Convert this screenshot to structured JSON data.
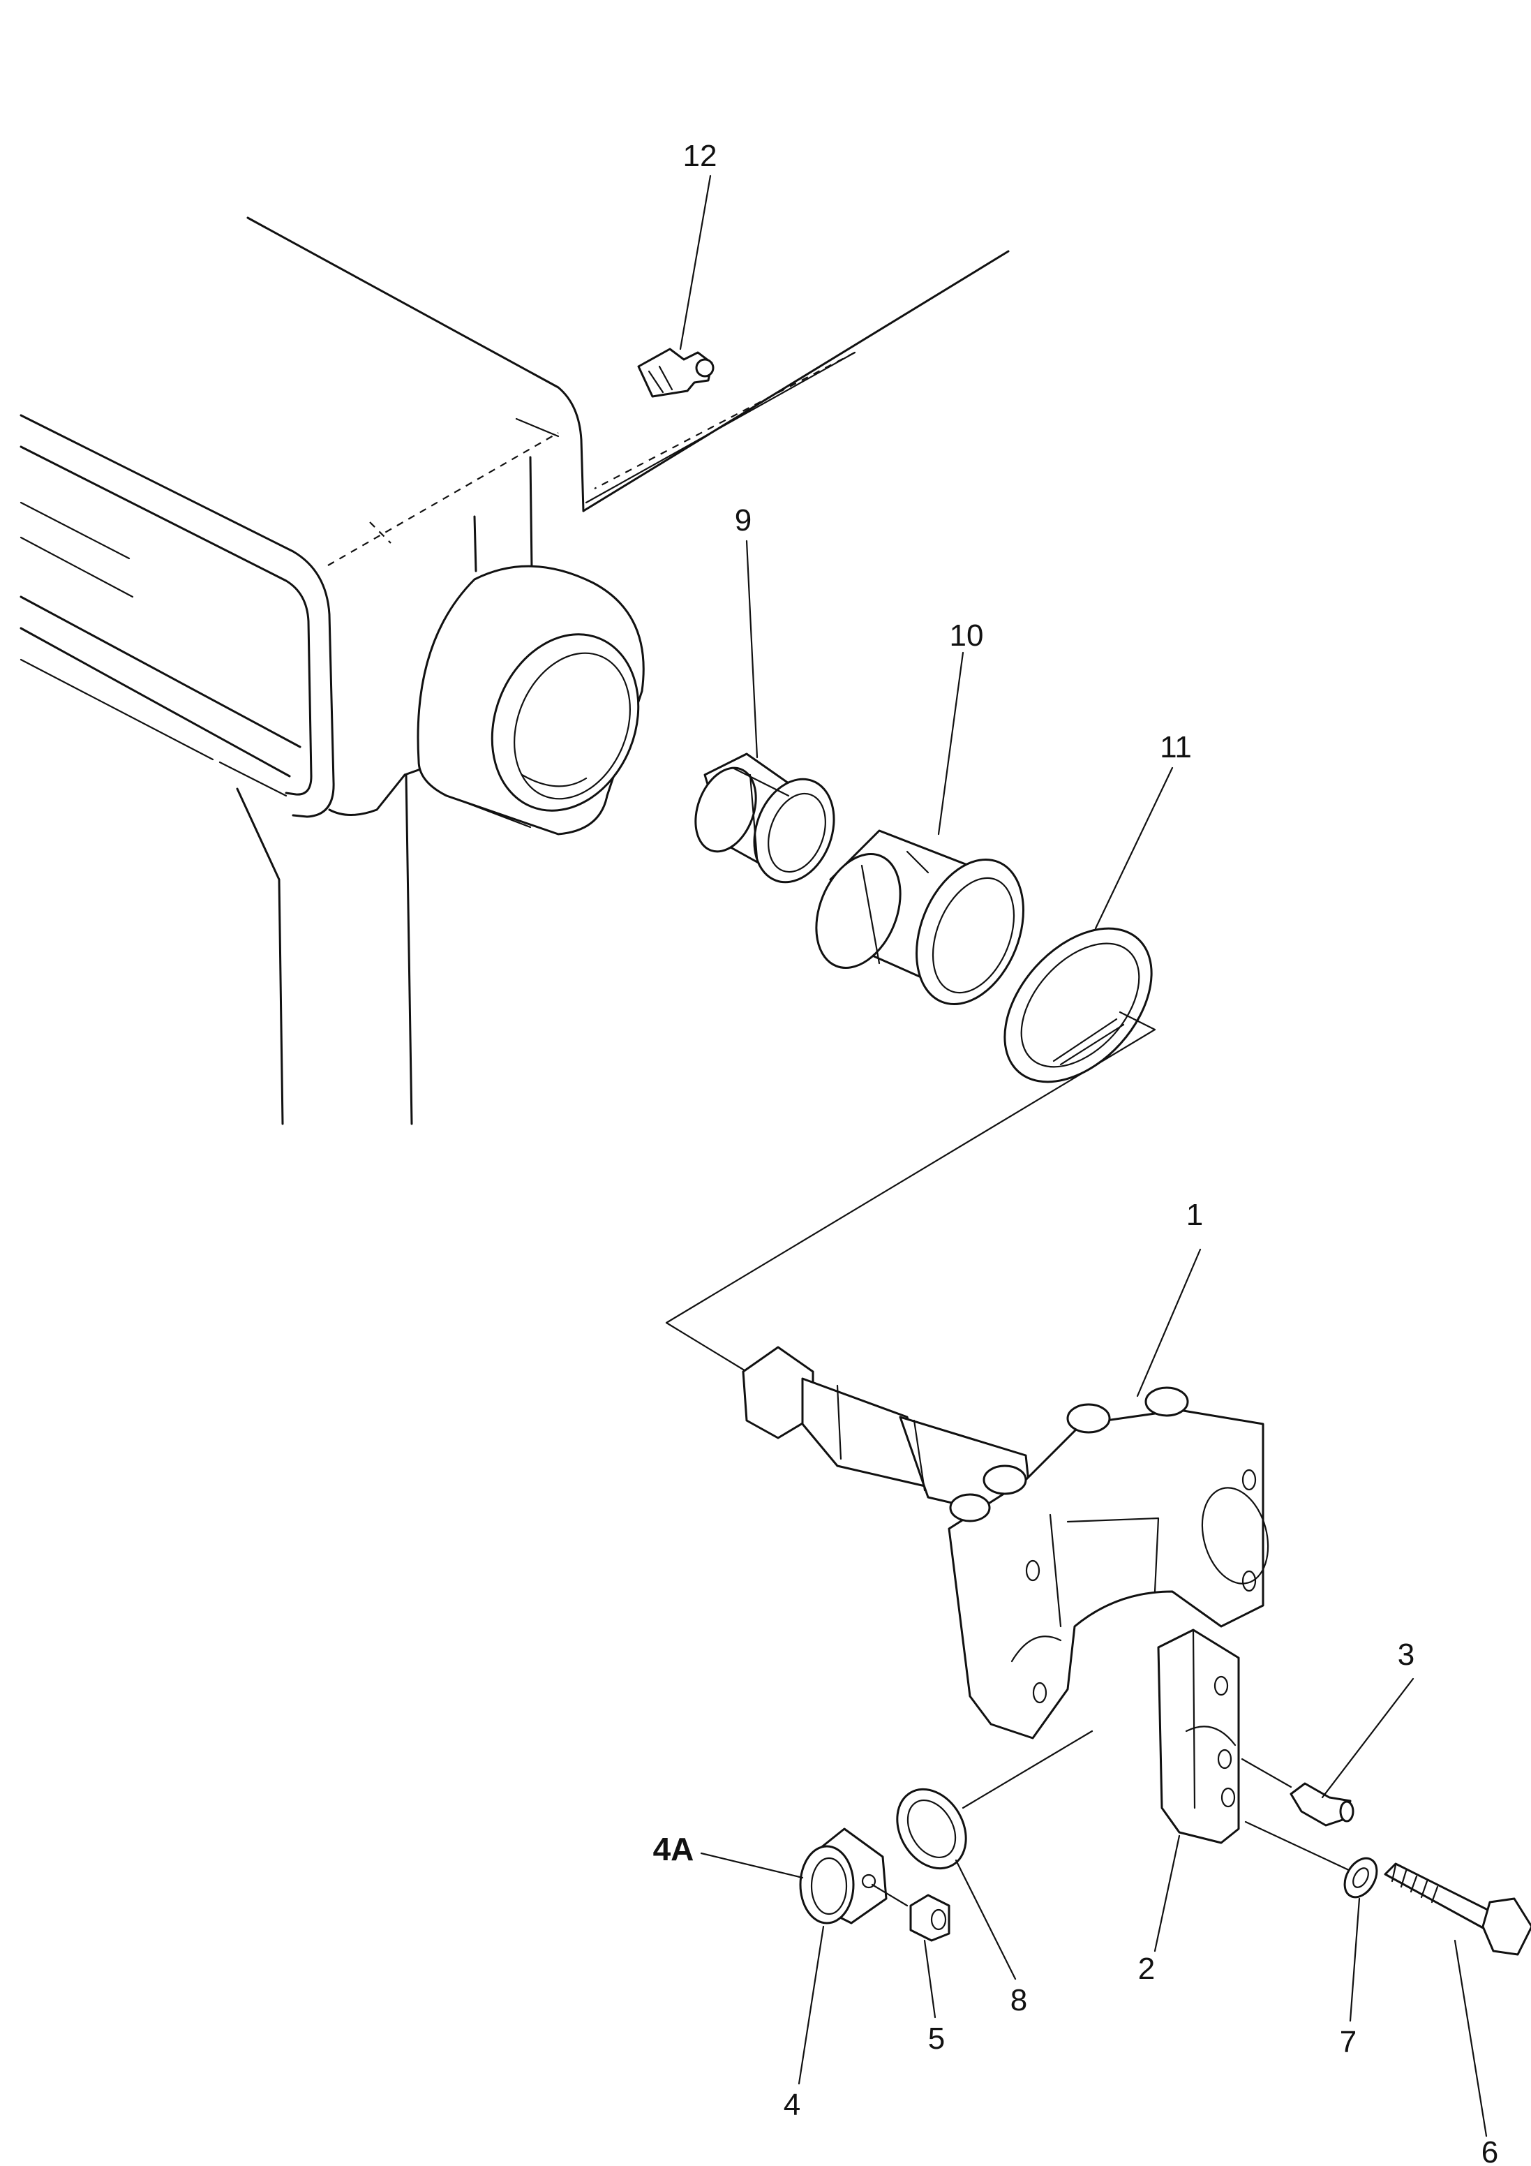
{
  "callouts": {
    "c1": "1",
    "c2": "2",
    "c3": "3",
    "c4": "4",
    "c4a": "4A",
    "c5": "5",
    "c6": "6",
    "c7": "7",
    "c8": "8",
    "c9": "9",
    "c10": "10",
    "c11": "11",
    "c12": "12"
  }
}
